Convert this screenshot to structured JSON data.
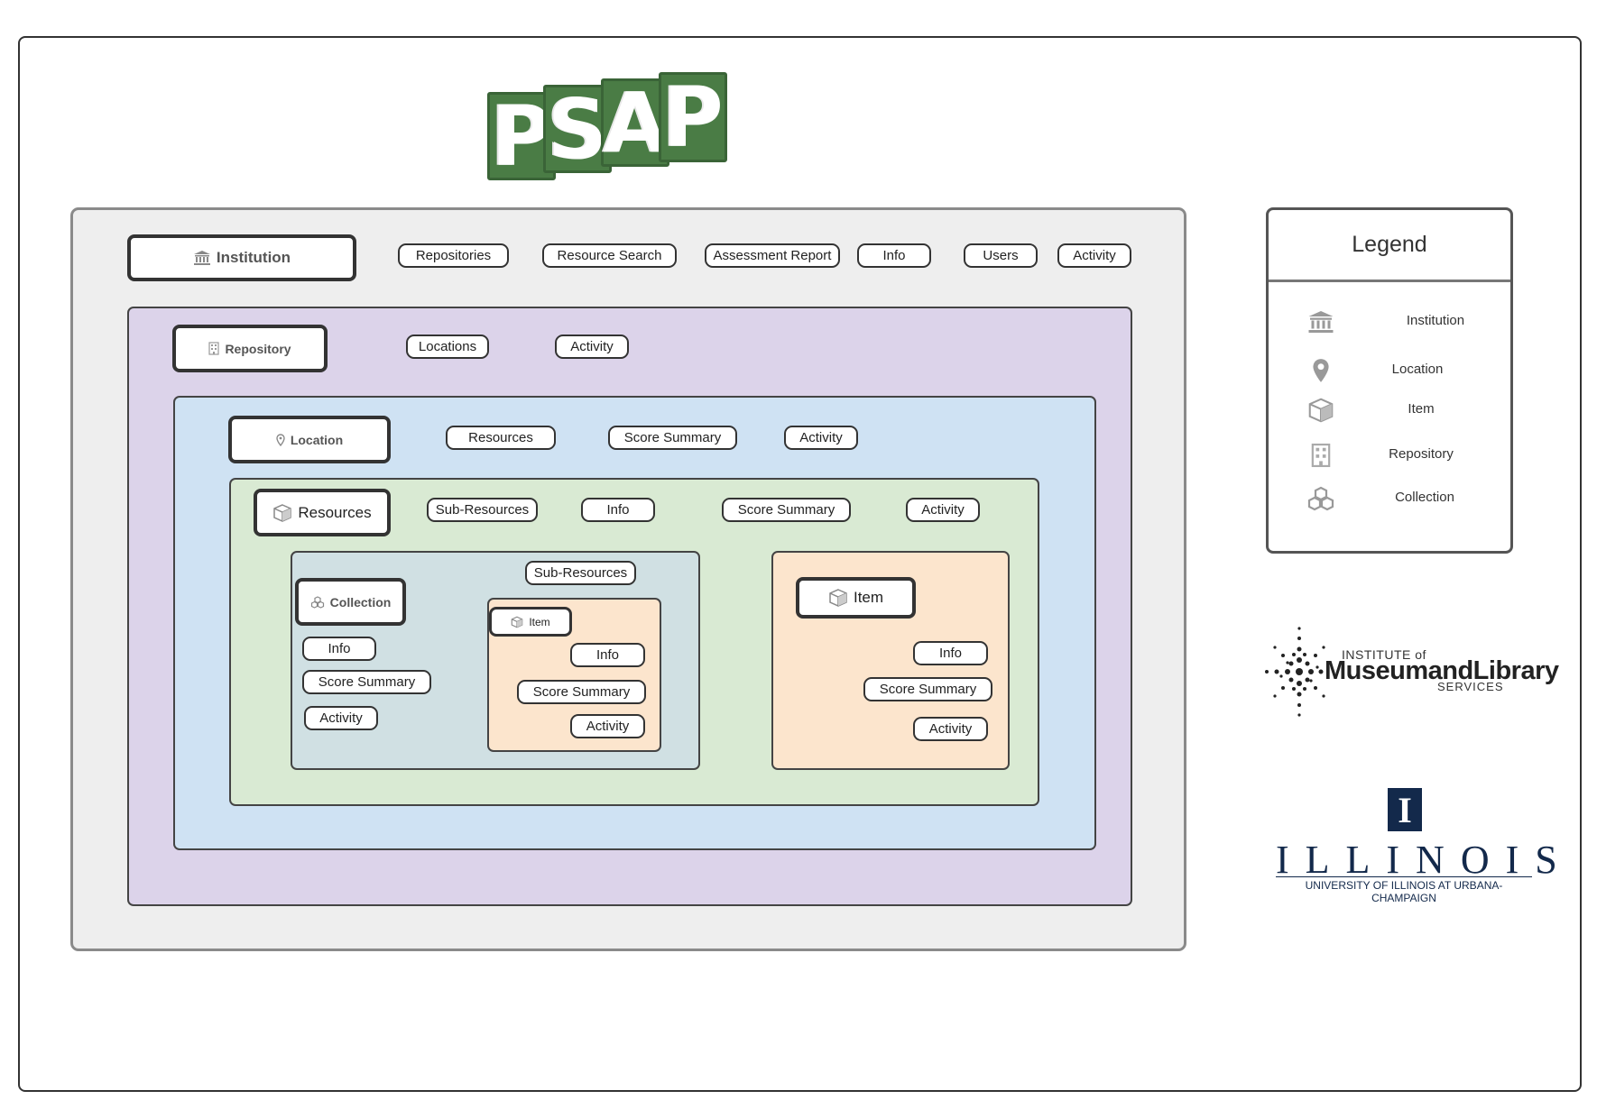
{
  "logo": {
    "letters": [
      "P",
      "S",
      "A",
      "P"
    ]
  },
  "institution_level": {
    "entity": "Institution",
    "buttons": [
      "Repositories",
      "Resource Search",
      "Assessment Report",
      "Info",
      "Users",
      "Activity"
    ]
  },
  "repository_level": {
    "entity": "Repository",
    "buttons": [
      "Locations",
      "Activity"
    ]
  },
  "location_level": {
    "entity": "Location",
    "buttons": [
      "Resources",
      "Score Summary",
      "Activity"
    ]
  },
  "resource_level": {
    "entity": "Resources",
    "buttons": [
      "Sub-Resources",
      "Info",
      "Score Summary",
      "Activity"
    ]
  },
  "collection_box": {
    "sub_resources": "Sub-Resources",
    "entity": "Collection",
    "buttons": [
      "Info",
      "Score Summary",
      "Activity"
    ],
    "nested_item": {
      "entity": "Item",
      "buttons": [
        "Info",
        "Score Summary",
        "Activity"
      ]
    }
  },
  "item_box": {
    "entity": "Item",
    "buttons": [
      "Info",
      "Score Summary",
      "Activity"
    ]
  },
  "legend": {
    "title": "Legend",
    "items": [
      {
        "icon": "institution-icon",
        "label": "Institution"
      },
      {
        "icon": "location-pin-icon",
        "label": "Location"
      },
      {
        "icon": "item-cube-icon",
        "label": "Item"
      },
      {
        "icon": "repository-building-icon",
        "label": "Repository"
      },
      {
        "icon": "collection-cubes-icon",
        "label": "Collection"
      }
    ]
  },
  "imls_logo": {
    "line1": "INSTITUTE of",
    "line2": "MuseumandLibrary",
    "line3": "SERVICES"
  },
  "illinois_logo": {
    "block": "I",
    "word": "ILLINOIS",
    "subtitle": "UNIVERSITY OF ILLINOIS AT URBANA-CHAMPAIGN"
  },
  "colors": {
    "institution_bg": "#eeeeee",
    "repository_bg": "#dcd3ea",
    "location_bg": "#cfe2f3",
    "resource_bg": "#d9ead3",
    "collection_bg": "#d0e0e3",
    "item_bg": "#fce5cd",
    "psap_green": "#4a7c45",
    "illinois_blue": "#13294b"
  }
}
